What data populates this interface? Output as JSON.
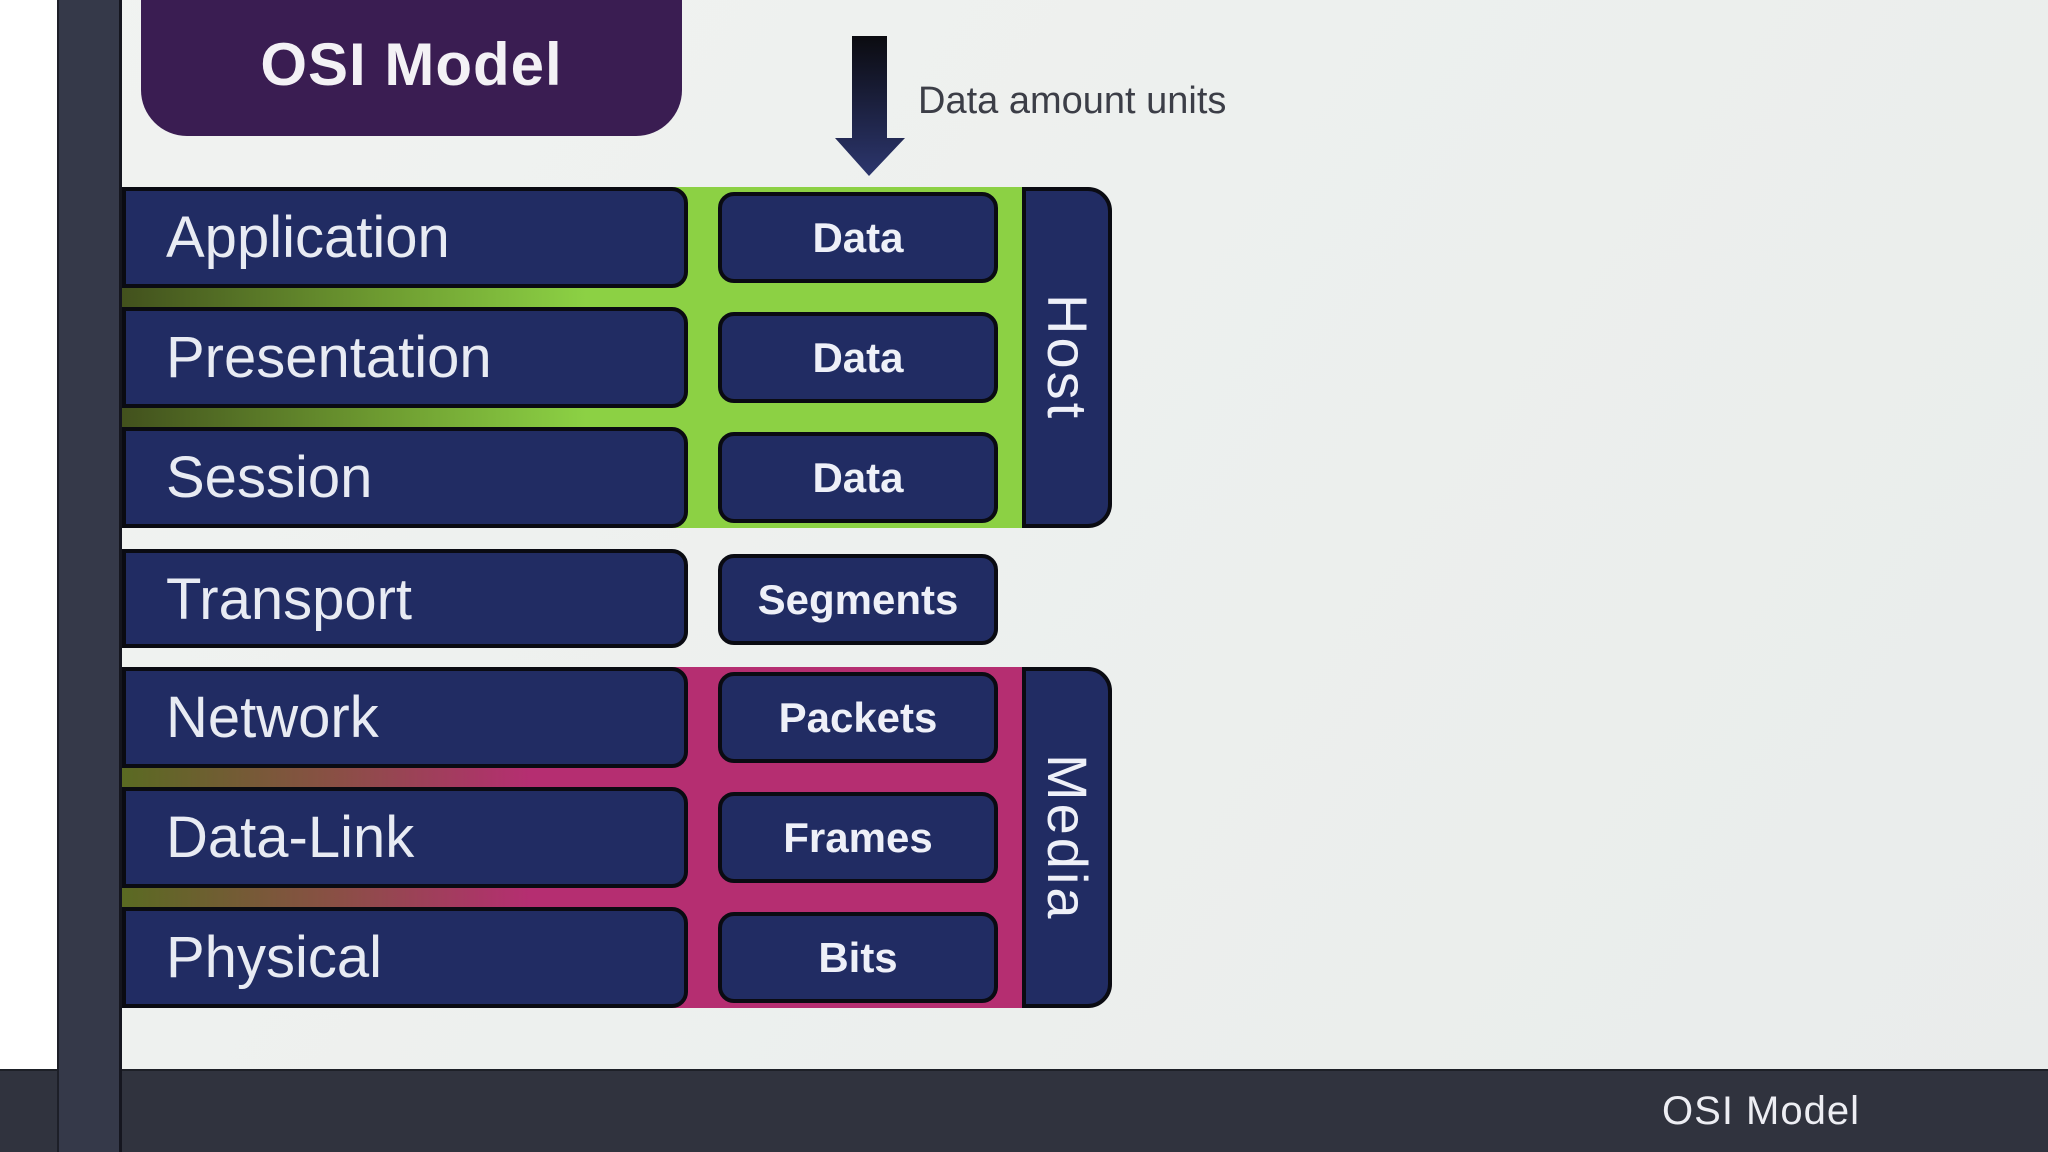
{
  "title": "OSI Model",
  "annotation": "Data amount units",
  "footer_label": "OSI Model",
  "host_group": {
    "label": "Host",
    "rows": [
      {
        "layer": "Application",
        "unit": "Data"
      },
      {
        "layer": "Presentation",
        "unit": "Data"
      },
      {
        "layer": "Session",
        "unit": "Data"
      }
    ]
  },
  "transport_row": {
    "layer": "Transport",
    "unit": "Segments"
  },
  "media_group": {
    "label": "Media",
    "rows": [
      {
        "layer": "Network",
        "unit": "Packets"
      },
      {
        "layer": "Data-Link",
        "unit": "Frames"
      },
      {
        "layer": "Physical",
        "unit": "Bits"
      }
    ]
  },
  "icons": {
    "arrow": "down-arrow-icon"
  },
  "colors": {
    "background": "#edf0ee",
    "box_navy": "#212c63",
    "host_green": "#8cd144",
    "media_magenta": "#b52e71",
    "title_purple": "#3a1d52",
    "sidebar_dark": "#353949",
    "footer_dark": "#30333e",
    "box_border": "#0a0b12",
    "text_light": "#e8ebf3",
    "text_dark": "#3c3e47"
  }
}
